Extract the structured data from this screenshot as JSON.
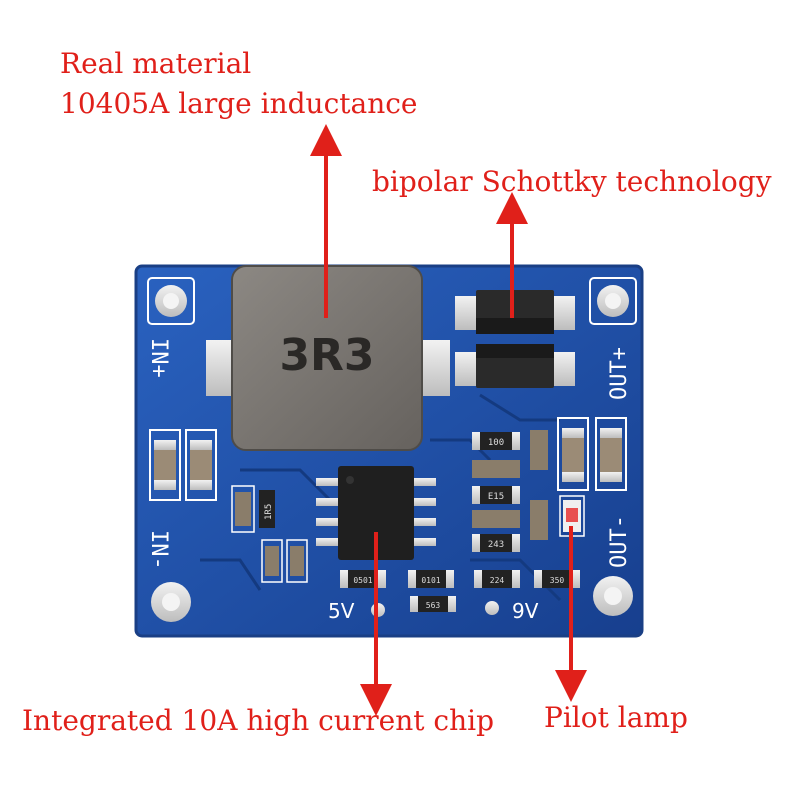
{
  "annotations": {
    "inductor_line1": "Real material",
    "inductor_line2": "10405A large inductance",
    "schottky": "bipolar Schottky technology",
    "chip": "Integrated 10A high current chip",
    "lamp": "Pilot lamp"
  },
  "board": {
    "inductor_marking": "3R3",
    "in_plus": "IN+",
    "in_minus": "IN-",
    "out_plus": "OUT+",
    "out_minus": "OUT-",
    "pad_5v": "5V",
    "pad_9v": "9V",
    "r100": "100",
    "r1r5": "1R5",
    "r15e": "E15",
    "r243": "243",
    "r0501": "0501",
    "r0101": "0101",
    "r224": "224",
    "r350": "350",
    "r563": "563"
  },
  "colors": {
    "pcb": "#1d4fa8",
    "pcb_edge": "#2b63c4",
    "silkscreen": "#ffffff",
    "pads": "#d9d9d9",
    "inductor": "#77736e",
    "annotation": "#e0201a"
  }
}
